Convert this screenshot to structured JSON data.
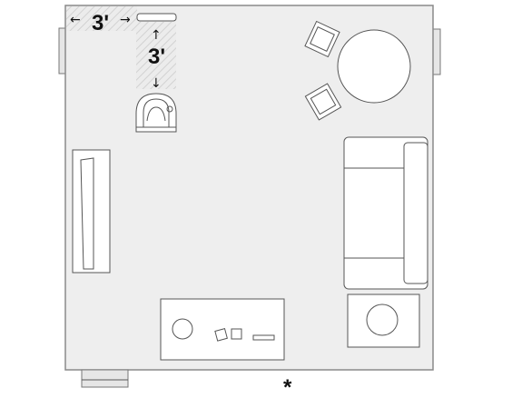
{
  "room": {
    "floor_color": "#eeeeee",
    "wall_color": "#888888",
    "clearance_color": "#d8d8d8"
  },
  "dimensions": {
    "horizontal_label": "3'",
    "vertical_label": "3'",
    "arrow_left": "←",
    "arrow_right": "→",
    "arrow_up": "↑",
    "arrow_down": "↓"
  },
  "marker": {
    "symbol": "*"
  },
  "furniture": [
    "wall-shelf",
    "armchair",
    "side-chair-top",
    "side-chair-bottom",
    "round-table",
    "media-console",
    "sofa",
    "rug",
    "ottoman",
    "coffee-table",
    "door"
  ]
}
